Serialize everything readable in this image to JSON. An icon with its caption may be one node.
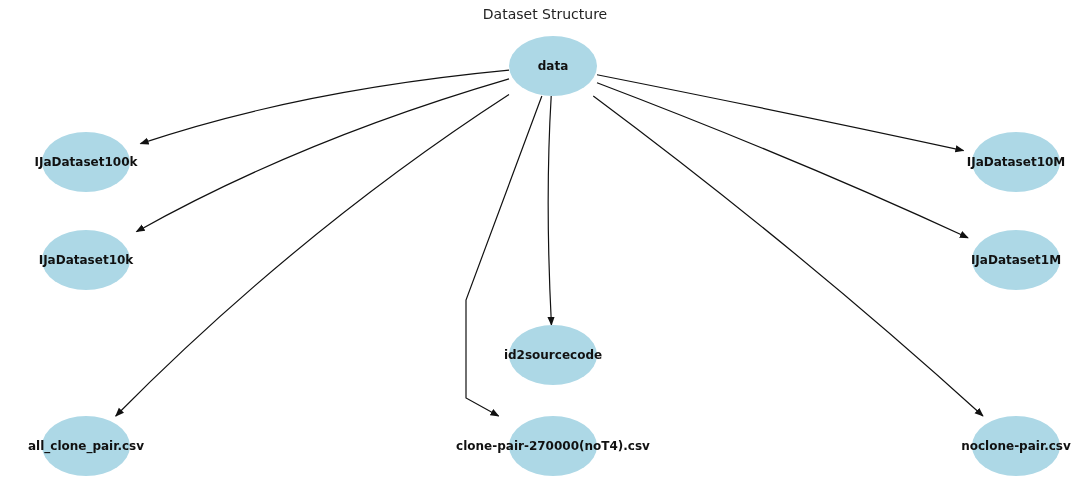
{
  "diagram": {
    "title": "Dataset Structure",
    "nodes": [
      {
        "text": [
          "data"
        ]
      },
      {
        "text": [
          "IJaDataset100k"
        ]
      },
      {
        "text": [
          "IJaDataset10M"
        ]
      },
      {
        "text": [
          "IJaDataset10k"
        ]
      },
      {
        "text": [
          "IJaDataset1M"
        ]
      },
      {
        "text": [
          "id2sourcecode"
        ]
      },
      {
        "text": [
          "all_clone_pair.csv"
        ]
      },
      {
        "text": [
          "clone-pair-270000(noT4).csv"
        ]
      },
      {
        "text": [
          "noclone-pair.csv"
        ]
      }
    ],
    "edges": [
      {
        "from": 0,
        "to": 1,
        "arrow": "to"
      },
      {
        "from": 0,
        "to": 3,
        "arrow": "to"
      },
      {
        "from": 0,
        "to": 6,
        "arrow": "to"
      },
      {
        "from": 0,
        "to": 5,
        "arrow": "to"
      },
      {
        "from": 0,
        "to": 7,
        "arrow": "to"
      },
      {
        "from": 0,
        "to": 8,
        "arrow": "to"
      },
      {
        "from": 0,
        "to": 4,
        "arrow": "to"
      },
      {
        "from": 0,
        "to": 2,
        "arrow": "to"
      }
    ]
  }
}
